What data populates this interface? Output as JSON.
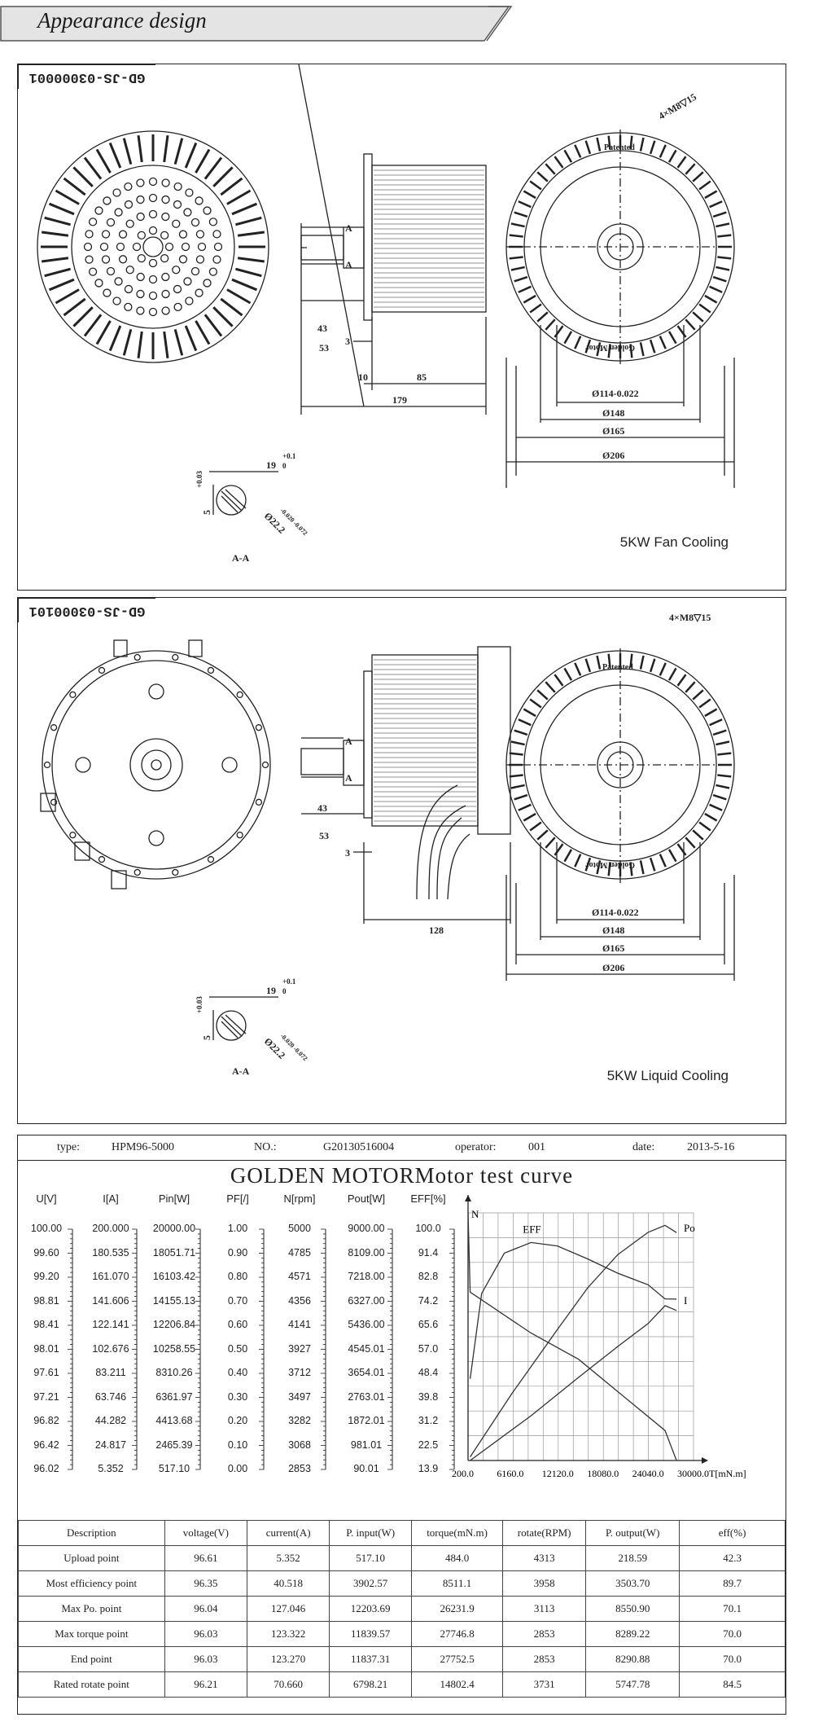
{
  "header": {
    "title": "Appearance design"
  },
  "panels": [
    {
      "drawing_code": "GD-JS-03000001",
      "caption": "5KW Fan Cooling",
      "dims": {
        "shaft_a": "A",
        "d43": "43",
        "d53": "53",
        "d3": "3",
        "d10": "10",
        "d85": "85",
        "d179": "179",
        "holes": "4×M8▽15",
        "patented": "Patented",
        "golden_motor": "Golden Motor",
        "d114": "Ø114-0.022",
        "d148": "Ø148",
        "d165": "Ø165",
        "d206": "Ø206",
        "d19": "19",
        "tol_01": "+0.1",
        "tol_0": "0",
        "d5": "5",
        "tol_003": "+0.03",
        "d22": "Ø22.2",
        "tol_section": "-0.020 -0.072",
        "section": "A-A"
      }
    },
    {
      "drawing_code": "GD-JS-03000101",
      "caption": "5KW Liquid Cooling",
      "dims": {
        "shaft_a": "A",
        "d43": "43",
        "d53": "53",
        "d3": "3",
        "d128": "128",
        "holes": "4×M8▽15",
        "patented": "Patented",
        "golden_motor": "Golden Motor",
        "d114": "Ø114-0.022",
        "d148": "Ø148",
        "d165": "Ø165",
        "d206": "Ø206",
        "d19": "19",
        "tol_01": "+0.1",
        "tol_0": "0",
        "d5": "5",
        "tol_003": "+0.03",
        "d22": "Ø22.2",
        "tol_section": "-0.020 -0.072",
        "section": "A-A"
      }
    }
  ],
  "report": {
    "type_label": "type:",
    "type_value": "HPM96-5000",
    "no_label": "NO.:",
    "no_value": "G20130516004",
    "operator_label": "operator:",
    "operator_value": "001",
    "date_label": "date:",
    "date_value": "2013-5-16",
    "title": "GOLDEN  MOTORMotor test curve",
    "scales": [
      {
        "header": "U[V]",
        "values": [
          "100.00",
          "99.60",
          "99.20",
          "98.81",
          "98.41",
          "98.01",
          "97.61",
          "97.21",
          "96.82",
          "96.42",
          "96.02"
        ]
      },
      {
        "header": "I[A]",
        "values": [
          "200.000",
          "180.535",
          "161.070",
          "141.606",
          "122.141",
          "102.676",
          "83.211",
          "63.746",
          "44.282",
          "24.817",
          "5.352"
        ]
      },
      {
        "header": "Pin[W]",
        "values": [
          "20000.00",
          "18051.71",
          "16103.42",
          "14155.13",
          "12206.84",
          "10258.55",
          "8310.26",
          "6361.97",
          "4413.68",
          "2465.39",
          "517.10"
        ]
      },
      {
        "header": "PF[/]",
        "values": [
          "1.00",
          "0.90",
          "0.80",
          "0.70",
          "0.60",
          "0.50",
          "0.40",
          "0.30",
          "0.20",
          "0.10",
          "0.00"
        ]
      },
      {
        "header": "N[rpm]",
        "values": [
          "5000",
          "4785",
          "4571",
          "4356",
          "4141",
          "3927",
          "3712",
          "3497",
          "3282",
          "3068",
          "2853"
        ]
      },
      {
        "header": "Pout[W]",
        "values": [
          "9000.00",
          "8109.00",
          "7218.00",
          "6327.00",
          "5436.00",
          "4545.01",
          "3654.01",
          "2763.01",
          "1872.01",
          "981.01",
          "90.01"
        ]
      },
      {
        "header": "EFF[%]",
        "values": [
          "100.0",
          "91.4",
          "82.8",
          "74.2",
          "65.6",
          "57.0",
          "48.4",
          "39.8",
          "31.2",
          "22.5",
          "13.9"
        ]
      }
    ],
    "summary": {
      "headers": [
        "Description",
        "voltage(V)",
        "current(A)",
        "P. input(W)",
        "torque(mN.m)",
        "rotate(RPM)",
        "P. output(W)",
        "eff(%)"
      ],
      "rows": [
        [
          "Upload point",
          "96.61",
          "5.352",
          "517.10",
          "484.0",
          "4313",
          "218.59",
          "42.3"
        ],
        [
          "Most efficiency point",
          "96.35",
          "40.518",
          "3902.57",
          "8511.1",
          "3958",
          "3503.70",
          "89.7"
        ],
        [
          "Max Po. point",
          "96.04",
          "127.046",
          "12203.69",
          "26231.9",
          "3113",
          "8550.90",
          "70.1"
        ],
        [
          "Max torque point",
          "96.03",
          "123.322",
          "11839.57",
          "27746.8",
          "2853",
          "8289.22",
          "70.0"
        ],
        [
          "End point",
          "96.03",
          "123.270",
          "11837.31",
          "27752.5",
          "2853",
          "8290.88",
          "70.0"
        ],
        [
          "Rated rotate point",
          "96.21",
          "70.660",
          "6798.21",
          "14802.4",
          "3731",
          "5747.78",
          "84.5"
        ]
      ]
    }
  },
  "chart_data": {
    "type": "line",
    "title": "GOLDEN  MOTORMotor test curve",
    "x_tick_labels": [
      "200.0",
      "6160.0",
      "12120.0",
      "18080.0",
      "24040.0",
      "30000.0T[mN.m]"
    ],
    "xlim": [
      200,
      30000
    ],
    "grid": true,
    "series": [
      {
        "name": "EFF",
        "points": [
          [
            484,
            42.3
          ],
          [
            2000,
            72
          ],
          [
            5000,
            86
          ],
          [
            8511.1,
            89.7
          ],
          [
            12000,
            88.5
          ],
          [
            16000,
            84
          ],
          [
            20000,
            79
          ],
          [
            24000,
            75
          ],
          [
            26231.9,
            70.1
          ],
          [
            27752.5,
            70.0
          ]
        ]
      },
      {
        "name": "Po",
        "points": [
          [
            484,
            218.59
          ],
          [
            6000,
            2500
          ],
          [
            12000,
            4800
          ],
          [
            16000,
            6300
          ],
          [
            20000,
            7500
          ],
          [
            24000,
            8300
          ],
          [
            26231.9,
            8550.9
          ],
          [
            27752.5,
            8290.88
          ]
        ]
      },
      {
        "name": "N",
        "points": [
          [
            200,
            5000
          ],
          [
            484,
            4313
          ],
          [
            8511.1,
            3958
          ],
          [
            14802.4,
            3731
          ],
          [
            20000,
            3450
          ],
          [
            26231.9,
            3113
          ],
          [
            27752.5,
            2853
          ]
        ]
      },
      {
        "name": "I",
        "points": [
          [
            484,
            5.352
          ],
          [
            8511.1,
            40.518
          ],
          [
            14802.4,
            70.66
          ],
          [
            20000,
            95
          ],
          [
            24000,
            113
          ],
          [
            26231.9,
            127.046
          ],
          [
            27752.5,
            123.27
          ]
        ]
      }
    ]
  }
}
